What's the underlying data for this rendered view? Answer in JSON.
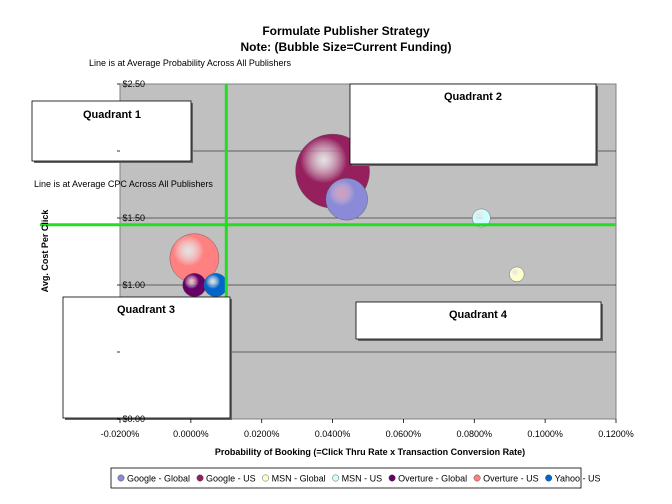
{
  "chart_data": {
    "type": "scatter",
    "bubble": true,
    "title": "Formulate Publisher Strategy",
    "subtitle": "Note: (Bubble Size=Current Funding)",
    "xlabel": "Probability of Booking (=Click Thru Rate x Transaction Conversion Rate)",
    "ylabel": "Avg. Cost Per Click",
    "xlim": [
      -0.0002,
      0.0012
    ],
    "ylim": [
      0.0,
      2.5
    ],
    "x_ticks": [
      -0.0002,
      0.0,
      0.0002,
      0.0004,
      0.0006,
      0.0008,
      0.001,
      0.0012
    ],
    "x_tick_labels": [
      "-0.0200%",
      "0.0000%",
      "0.0200%",
      "0.0400%",
      "0.0600%",
      "0.0800%",
      "0.1000%",
      "0.1200%"
    ],
    "y_ticks": [
      0.0,
      0.5,
      1.0,
      1.5,
      2.0,
      2.5
    ],
    "y_tick_labels": [
      "$0.00",
      "",
      "$1.00",
      "$1.50",
      "",
      "$2.50"
    ],
    "grid": true,
    "legend_position": "bottom",
    "reference_lines": {
      "vertical_x": 0.0001,
      "horizontal_y": 1.45,
      "vertical_note": "Line is at Average Probability Across All Publishers",
      "horizontal_note": "Line is at Average CPC Across All Publishers",
      "color": "#22dd22"
    },
    "quadrants": [
      "Quadrant 1",
      "Quadrant 2",
      "Quadrant 3",
      "Quadrant 4"
    ],
    "series": [
      {
        "name": "Google - Global",
        "color": "#8a8ad8",
        "points": [
          {
            "x": 0.00044,
            "y": 1.64,
            "size": 0.32
          }
        ]
      },
      {
        "name": "Google - US",
        "color": "#96205e",
        "points": [
          {
            "x": 0.0004,
            "y": 1.85,
            "size": 1.0
          }
        ]
      },
      {
        "name": "MSN - Global",
        "color": "#ffffcc",
        "points": [
          {
            "x": 0.00092,
            "y": 1.08,
            "size": 0.04
          }
        ]
      },
      {
        "name": "MSN - US",
        "color": "#ccffff",
        "points": [
          {
            "x": 0.00082,
            "y": 1.5,
            "size": 0.06
          }
        ]
      },
      {
        "name": "Overture - Global",
        "color": "#660066",
        "points": [
          {
            "x": 1e-05,
            "y": 1.0,
            "size": 0.1
          }
        ]
      },
      {
        "name": "Overture - US",
        "color": "#ff8080",
        "points": [
          {
            "x": 1e-05,
            "y": 1.2,
            "size": 0.44
          }
        ]
      },
      {
        "name": "Yahoo - US",
        "color": "#0066cc",
        "points": [
          {
            "x": 7e-05,
            "y": 1.0,
            "size": 0.1
          }
        ]
      }
    ]
  }
}
